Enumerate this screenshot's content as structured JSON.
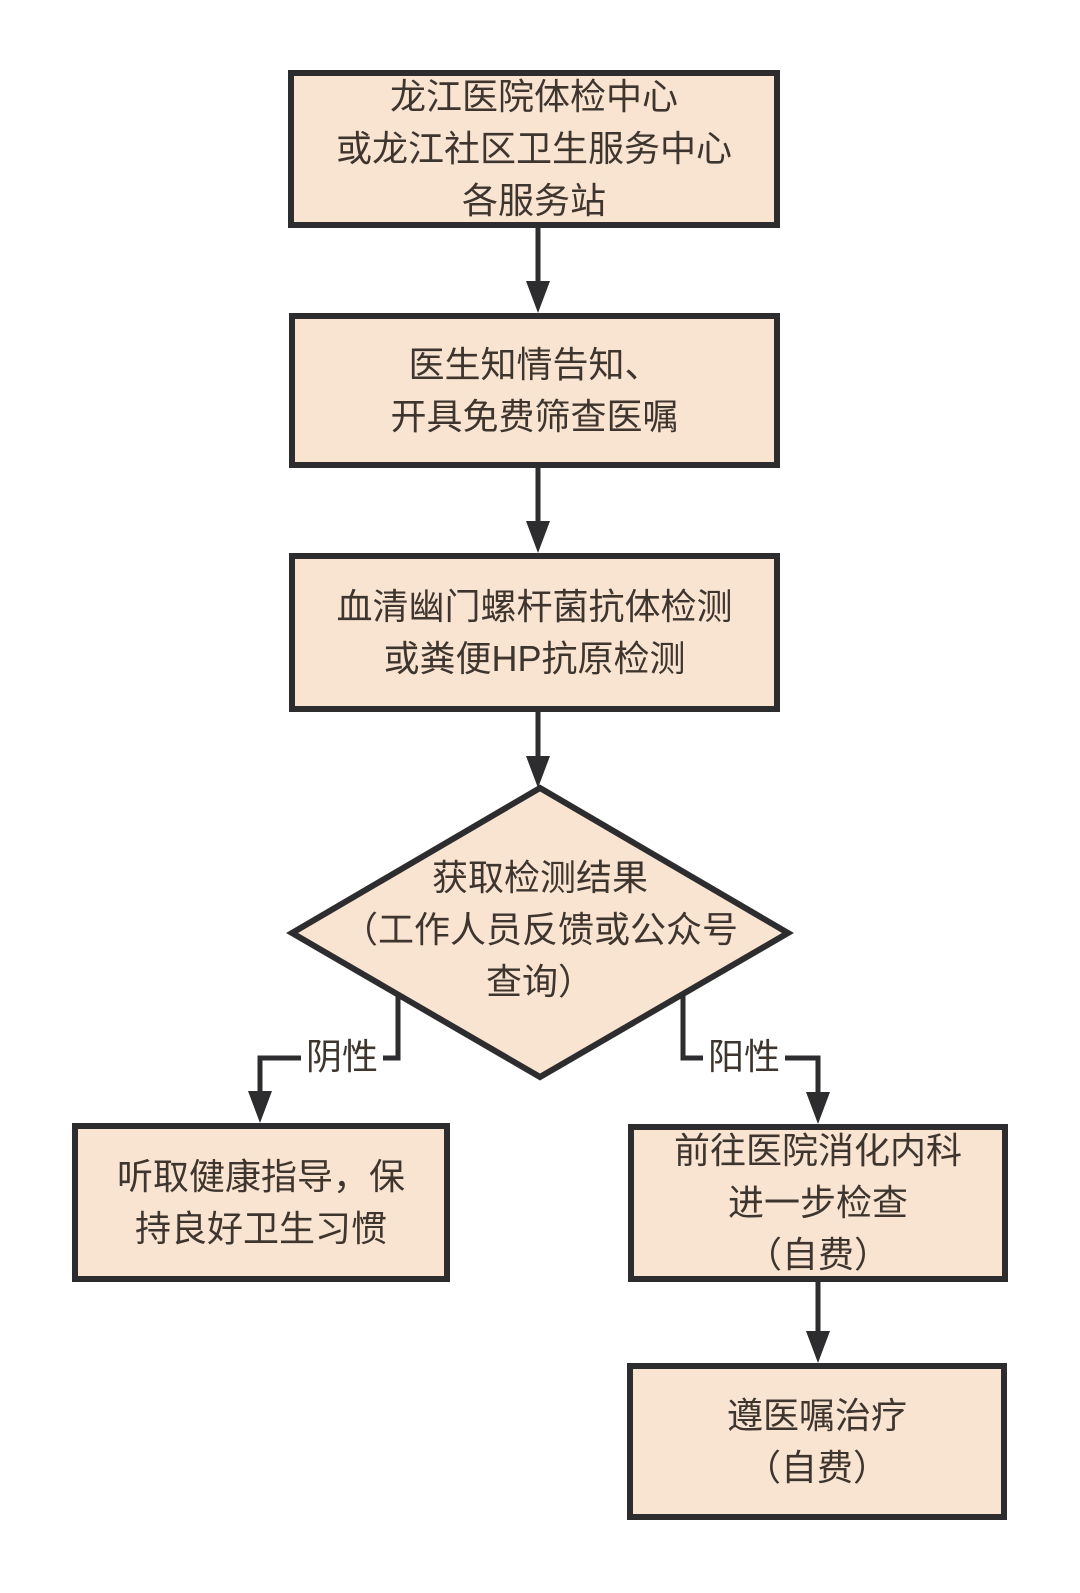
{
  "diagram": {
    "type": "flowchart",
    "language": "zh-CN",
    "colors": {
      "node_fill": "#f9e4d2",
      "stroke": "#2d2d2f",
      "text": "#3e362e",
      "background": "#ffffff"
    },
    "nodes": {
      "start": {
        "lines": [
          "龙江医院体检中心",
          "或龙江社区卫生服务中心",
          "各服务站"
        ]
      },
      "inform": {
        "lines": [
          "医生知情告知、",
          "开具免费筛查医嘱"
        ]
      },
      "test": {
        "lines": [
          "血清幽门螺杆菌抗体检测",
          "或粪便HP抗原检测"
        ]
      },
      "decision": {
        "lines": [
          "获取检测结果",
          "（工作人员反馈或公众号",
          "查询）"
        ]
      },
      "negative_outcome": {
        "lines": [
          "听取健康指导，保",
          "持良好卫生习惯"
        ]
      },
      "positive_outcome": {
        "lines": [
          "前往医院消化内科",
          "进一步检查",
          "（自费）"
        ]
      },
      "treatment": {
        "lines": [
          "遵医嘱治疗",
          "（自费）"
        ]
      }
    },
    "edge_labels": {
      "negative": "阴性",
      "positive": "阳性"
    }
  }
}
